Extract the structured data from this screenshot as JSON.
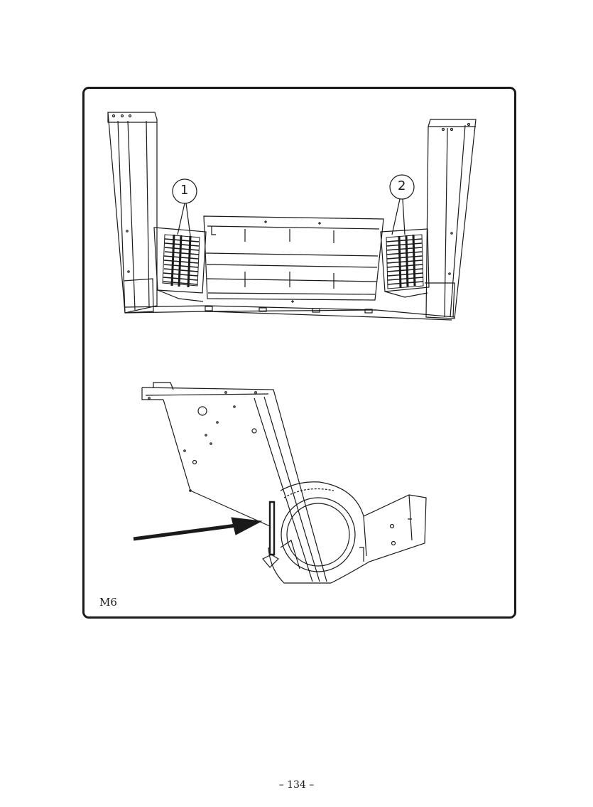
{
  "figure": {
    "label": "M6",
    "callouts": [
      "1",
      "2"
    ]
  },
  "page": {
    "number": "– 134 –"
  },
  "colors": {
    "ink": "#1a1a1a",
    "paper": "#ffffff"
  }
}
